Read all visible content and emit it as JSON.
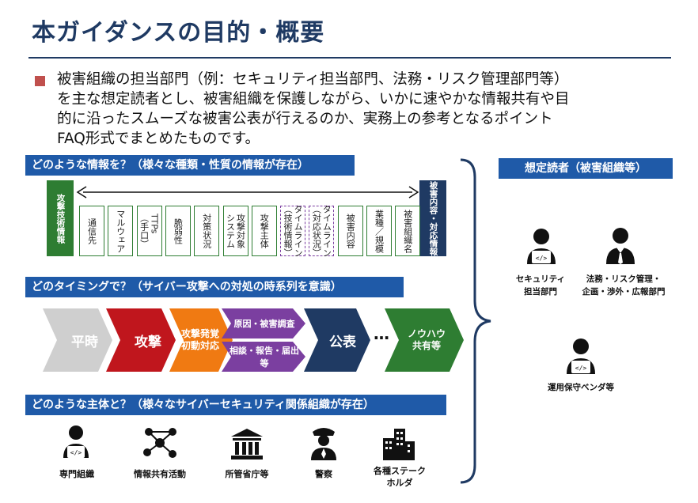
{
  "title": "本ガイダンスの目的・概要",
  "intro": {
    "lines": [
      "被害組織の担当部門（例：セキュリティ担当部門、法務・リスク管理部門等）",
      "を主な想定読者とし、被害組織を保護しながら、いかに速やかな情報共有や目",
      "的に沿ったスムーズな被害公表が行えるのか、実務上の参考となるポイント",
      "FAQ形式でまとめたものです。"
    ]
  },
  "info_section": {
    "header": "どのような情報を？（様々な種類・性質の情報が存在）",
    "left_label": "攻撃技術情報",
    "right_label": "被害内容・対応情報",
    "items": [
      {
        "label": "通信先",
        "style": "solid"
      },
      {
        "label": "マルウェア",
        "style": "solid"
      },
      {
        "label": "TTPs\n（手口）",
        "style": "solid"
      },
      {
        "label": "脆弱性",
        "style": "solid"
      },
      {
        "label": "対策状況",
        "style": "solid"
      },
      {
        "label": "攻撃対象\nシステム",
        "style": "solid"
      },
      {
        "label": "攻撃主体",
        "style": "solid"
      },
      {
        "label": "タイムライン\n（技術情報）",
        "style": "dashed"
      },
      {
        "label": "タイムライン\n（対応状況）",
        "style": "dashed"
      },
      {
        "label": "被害内容",
        "style": "solid"
      },
      {
        "label": "業種／規模",
        "style": "solid"
      },
      {
        "label": "被害組織名",
        "style": "solid"
      }
    ]
  },
  "timing_section": {
    "header": "どのタイミングで？（サイバー攻撃への対処の時系列を意識）",
    "steps": {
      "peace": "平時",
      "attack": "攻撃",
      "initial": "攻撃発覚\n初動対応",
      "investigation": "原因・被害調査",
      "consultation": "相談・報告・届出等",
      "publication": "公表",
      "ellipsis": "…",
      "knowhow": "ノウハウ\n共有等"
    }
  },
  "actor_section": {
    "header": "どのような主体と？（様々なサイバーセキュリティ関係組織が存在）",
    "actors": [
      {
        "label": "専門組織",
        "icon": "expert-icon"
      },
      {
        "label": "情報共有活動",
        "icon": "network-icon"
      },
      {
        "label": "所管省庁等",
        "icon": "government-building-icon"
      },
      {
        "label": "警察",
        "icon": "police-icon"
      },
      {
        "label": "各種ステーク\nホルダ",
        "icon": "buildings-icon"
      }
    ]
  },
  "readers": {
    "header": "想定読者（被害組織等）",
    "items": [
      {
        "label": "セキュリティ\n担当部門",
        "icon": "security-staff-icon"
      },
      {
        "label": "法務・リスク管理・\n企画・渉外・広報部門",
        "icon": "business-staff-icon"
      },
      {
        "label": "運用保守ベンダ等",
        "icon": "vendor-staff-icon"
      }
    ]
  },
  "colors": {
    "title": "#1f3a63",
    "section_header": "#1f5aa8",
    "green": "#2e7d32",
    "navy": "#1f3a63",
    "bullet": "#c0504d",
    "peace": "#cfcfcf",
    "attack": "#c0161d",
    "initial": "#f07a12",
    "purple": "#7b3fa0",
    "publication": "#1f3a63",
    "knowhow": "#2e7d32"
  }
}
